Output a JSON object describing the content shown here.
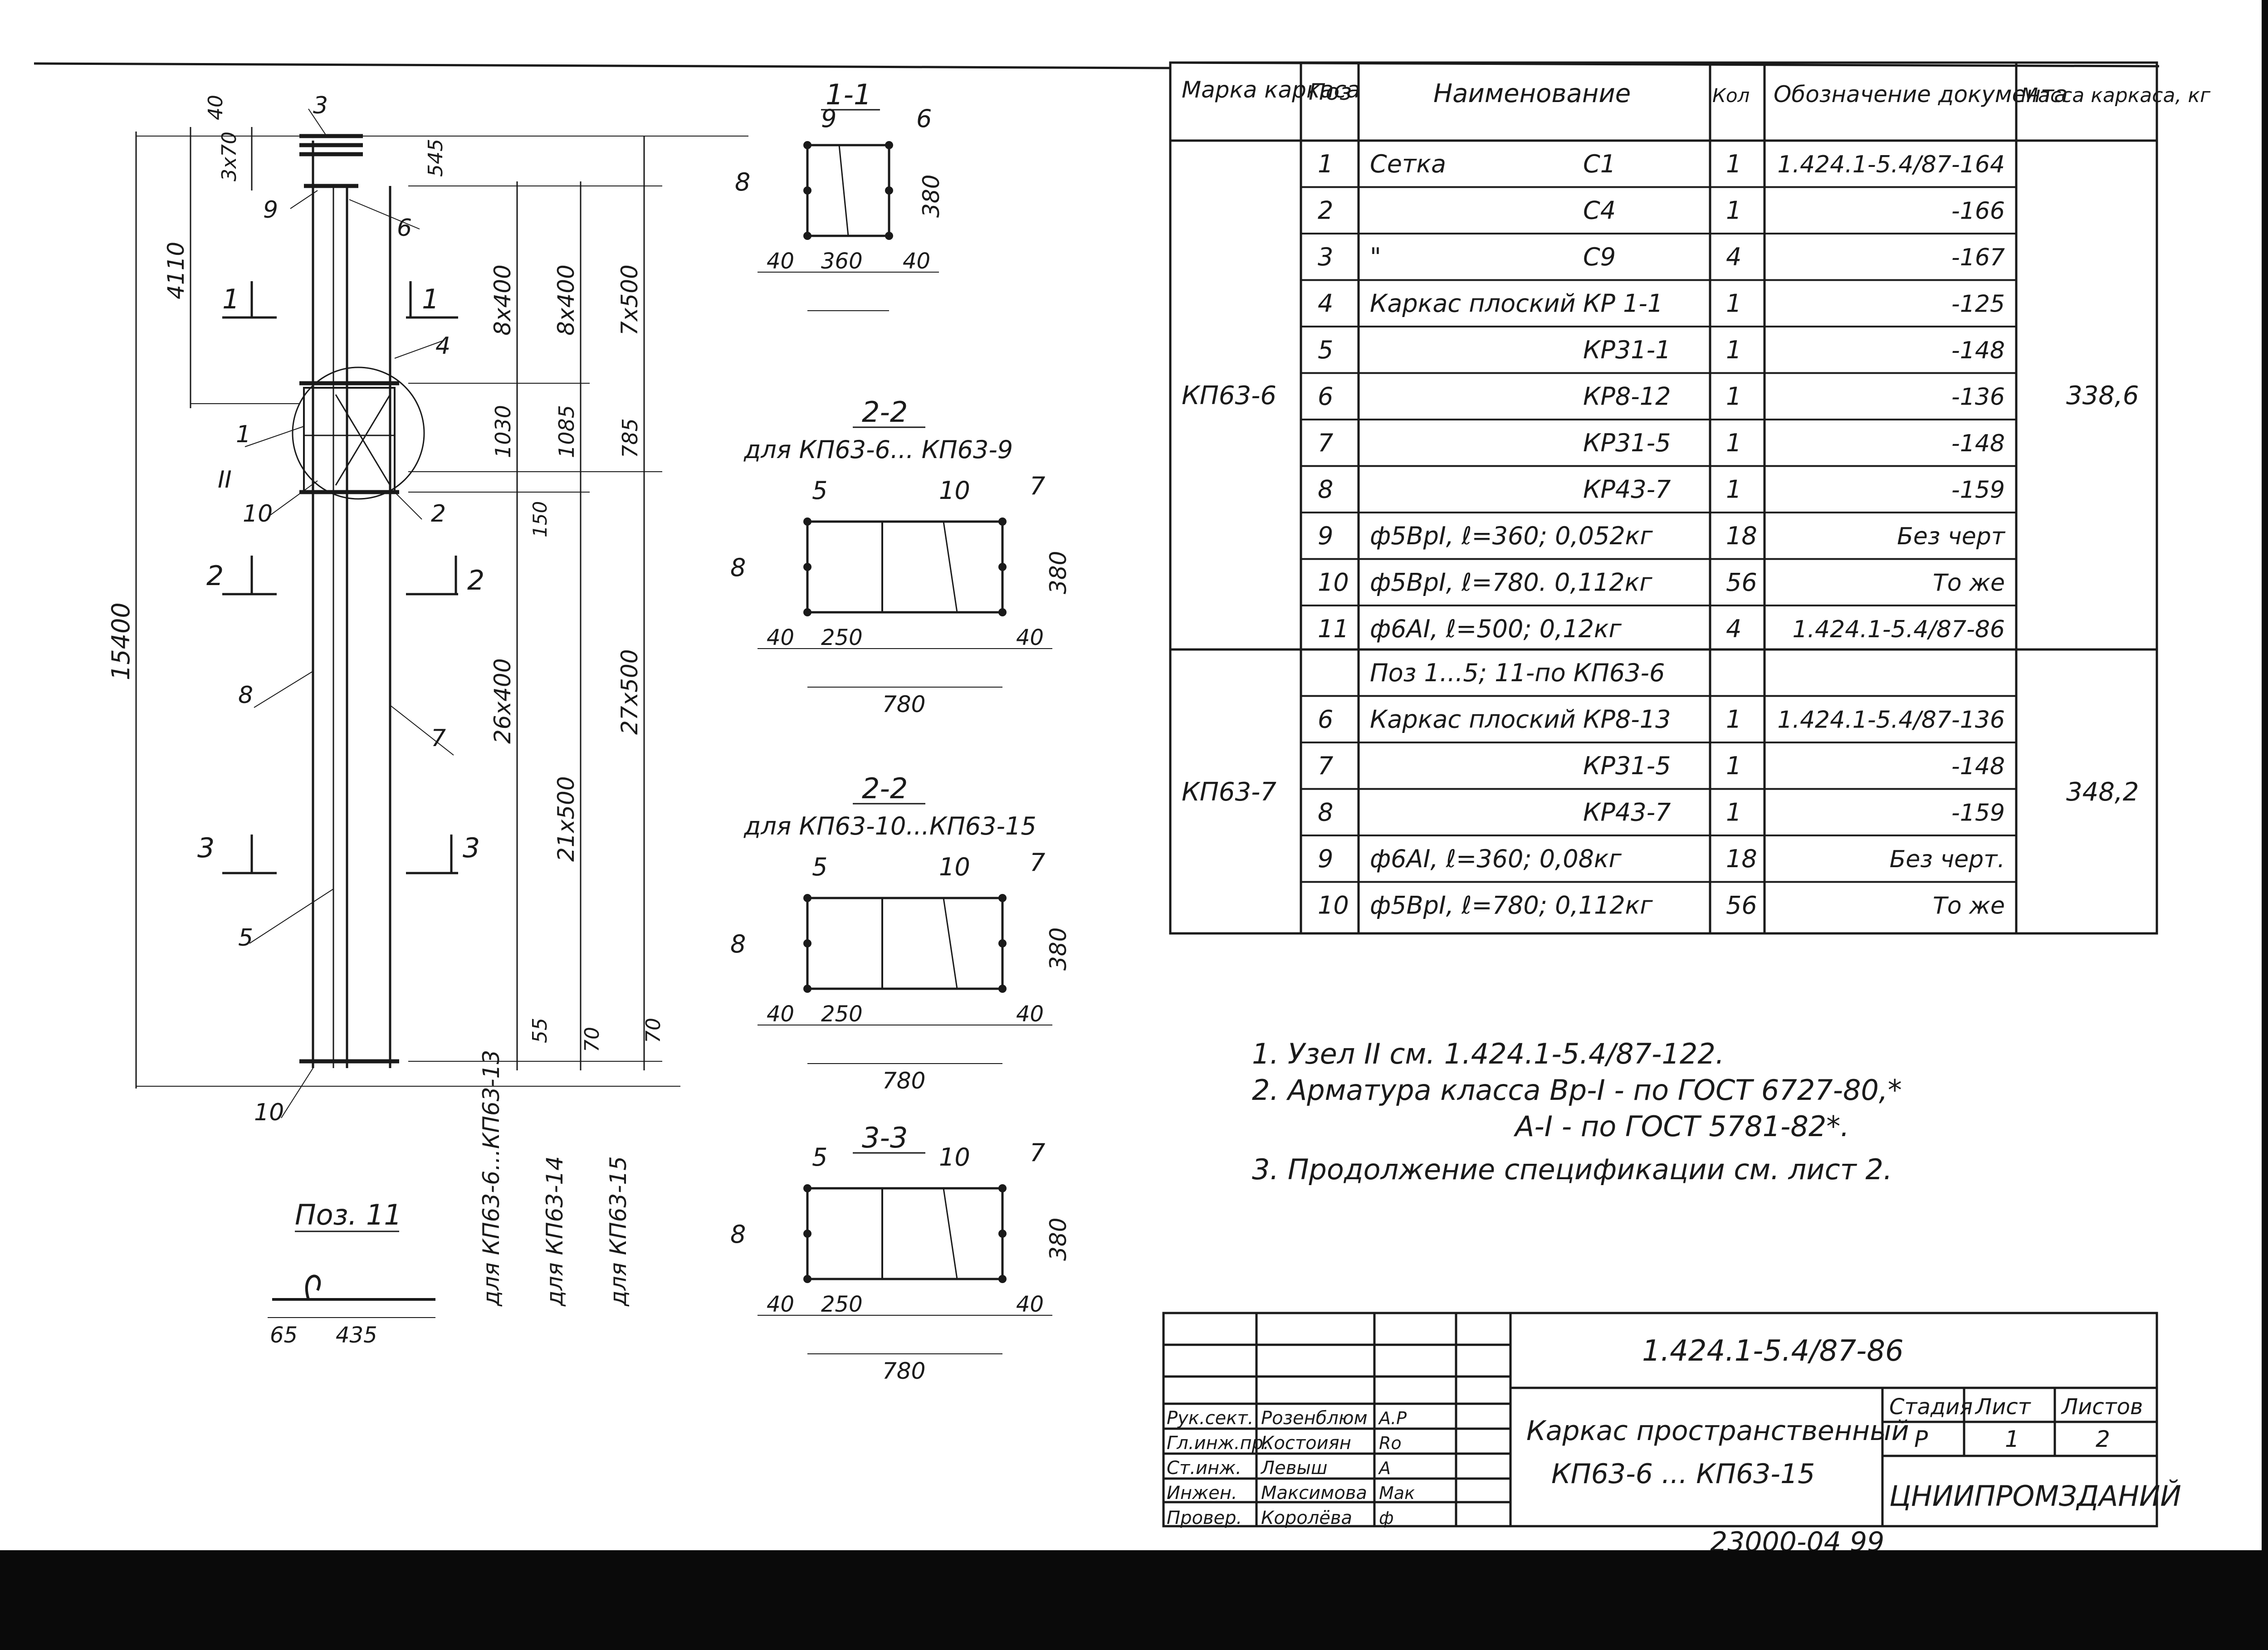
{
  "table": {
    "headers": [
      "Марка каркаса",
      "Поз",
      "Наименование",
      "Кол",
      "Обозначение документа",
      "Масса каркаса, кг"
    ],
    "groups": [
      {
        "mark": "КП63-6",
        "mass": "338,6",
        "rows": [
          {
            "pos": "1",
            "name": "Сетка",
            "code": "С1",
            "qty": "1",
            "doc": "1.424.1-5.4/87-164"
          },
          {
            "pos": "2",
            "name": "",
            "code": "С4",
            "qty": "1",
            "doc": "-166"
          },
          {
            "pos": "3",
            "name": "\"",
            "code": "С9",
            "qty": "4",
            "doc": "-167"
          },
          {
            "pos": "4",
            "name": "Каркас плоский",
            "code": "КР 1-1",
            "qty": "1",
            "doc": "-125"
          },
          {
            "pos": "5",
            "name": "",
            "code": "КР31-1",
            "qty": "1",
            "doc": "-148"
          },
          {
            "pos": "6",
            "name": "",
            "code": "КР8-12",
            "qty": "1",
            "doc": "-136"
          },
          {
            "pos": "7",
            "name": "",
            "code": "КР31-5",
            "qty": "1",
            "doc": "-148"
          },
          {
            "pos": "8",
            "name": "",
            "code": "КР43-7",
            "qty": "1",
            "doc": "-159"
          },
          {
            "pos": "9",
            "name": "ф5ВрI, ℓ=360; 0,052кг",
            "code": "",
            "qty": "18",
            "doc": "Без черт"
          },
          {
            "pos": "10",
            "name": "ф5ВрI, ℓ=780. 0,112кг",
            "code": "",
            "qty": "56",
            "doc": "То же"
          },
          {
            "pos": "11",
            "name": "ф6АI, ℓ=500; 0,12кг",
            "code": "",
            "qty": "4",
            "doc": "1.424.1-5.4/87-86"
          }
        ]
      },
      {
        "mark": "КП63-7",
        "mass": "348,2",
        "rows": [
          {
            "pos": "",
            "name": "Поз 1...5; 11-по КП63-6",
            "code": "",
            "qty": "",
            "doc": ""
          },
          {
            "pos": "6",
            "name": "Каркас плоский",
            "code": "КР8-13",
            "qty": "1",
            "doc": "1.424.1-5.4/87-136"
          },
          {
            "pos": "7",
            "name": "",
            "code": "КР31-5",
            "qty": "1",
            "doc": "-148"
          },
          {
            "pos": "8",
            "name": "",
            "code": "КР43-7",
            "qty": "1",
            "doc": "-159"
          },
          {
            "pos": "9",
            "name": "ф6АI, ℓ=360; 0,08кг",
            "code": "",
            "qty": "18",
            "doc": "Без черт."
          },
          {
            "pos": "10",
            "name": "ф5ВрI, ℓ=780; 0,112кг",
            "code": "",
            "qty": "56",
            "doc": "То же"
          }
        ]
      }
    ]
  },
  "notes": [
    "1. Узел II см. 1.424.1-5.4/87-122.",
    "2. Арматура класса Вр-I - по ГОСТ 6727-80,*",
    "А-I - по ГОСТ 5781-82*.",
    "3. Продолжение спецификации см. лист 2."
  ],
  "title_block": {
    "doc_code": "1.424.1-5.4/87-86",
    "title_line1": "Каркас пространственный",
    "title_line2": "КП63-6 ... КП63-15",
    "stage_label": "Стадия",
    "sheet_label": "Лист",
    "sheets_label": "Листов",
    "stage": "Р",
    "sheet": "1",
    "sheets": "2",
    "org": "ЦНИИПРОМЗДАНИЙ",
    "people": [
      {
        "role": "Рук.сект.",
        "name": "Розенблюм",
        "sign": "А.Р"
      },
      {
        "role": "Гл.инж.пр.",
        "name": "Костоиян",
        "sign": "Ro"
      },
      {
        "role": "Ст.инж.",
        "name": "Левыш",
        "sign": "A"
      },
      {
        "role": "Инжен.",
        "name": "Максимова",
        "sign": "Мак"
      },
      {
        "role": "Провер.",
        "name": "Королёва",
        "sign": "ф"
      }
    ],
    "bottom_code": "23000-04  99"
  },
  "elevation": {
    "dims_top": [
      "40",
      "3x70",
      "545"
    ],
    "dims_left": [
      "4110",
      "15400"
    ],
    "dims_right1": [
      "8x400",
      "1030",
      "150",
      "26x400"
    ],
    "dims_right2": [
      "8x400",
      "1085",
      "21x500"
    ],
    "dims_right3": [
      "7x500",
      "785",
      "27x500"
    ],
    "dims_bottom": [
      "55",
      "70",
      "70"
    ],
    "variants": [
      "для КП63-6...КП63-13",
      "для КП63-14",
      "для КП63-15"
    ],
    "callouts": [
      "3",
      "9",
      "6",
      "4",
      "1",
      "II",
      "10",
      "2",
      "8",
      "7",
      "5",
      "10"
    ],
    "cuts": [
      "1",
      "1",
      "2",
      "2",
      "3",
      "3"
    ]
  },
  "pos11": {
    "label": "Поз. 11",
    "dims": [
      "65",
      "435"
    ]
  },
  "sections": [
    {
      "title": "1-1",
      "sub": "",
      "dims": [
        "40",
        "360",
        "40",
        "380"
      ],
      "callouts": [
        "9",
        "6",
        "8"
      ]
    },
    {
      "title": "2-2",
      "sub": "для КП63-6... КП63-9",
      "dims": [
        "40",
        "250",
        "40",
        "780",
        "380"
      ],
      "callouts": [
        "5",
        "10",
        "7",
        "8"
      ]
    },
    {
      "title": "2-2",
      "sub": "для КП63-10...КП63-15",
      "dims": [
        "40",
        "250",
        "40",
        "780",
        "380"
      ],
      "callouts": [
        "5",
        "10",
        "7",
        "8"
      ]
    },
    {
      "title": "3-3",
      "sub": "",
      "dims": [
        "40",
        "250",
        "40",
        "780",
        "380"
      ],
      "callouts": [
        "5",
        "10",
        "7",
        "8"
      ]
    }
  ]
}
